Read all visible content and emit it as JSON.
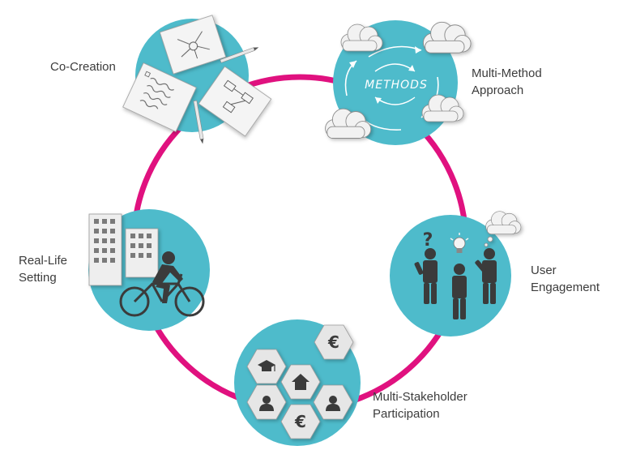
{
  "colors": {
    "ring": "#e0117f",
    "node": "#4ebbcb",
    "icon_dark": "#3b3b3b",
    "icon_light": "#ffffff",
    "paper": "#f4f4f4",
    "hex": "#e6e6e6"
  },
  "center_text": "METHODS",
  "nodes": [
    {
      "id": "co-creation",
      "icon": "sketch-papers-icon",
      "label_lines": [
        "Co-Creation"
      ]
    },
    {
      "id": "multi-method",
      "icon": "clouds-cycle-icon",
      "label_lines": [
        "Multi-Method",
        "Approach"
      ]
    },
    {
      "id": "user-engagement",
      "icon": "people-thinking-icon",
      "label_lines": [
        "User",
        "Engagement"
      ]
    },
    {
      "id": "multi-stakeholder",
      "icon": "hexagon-stakeholders-icon",
      "label_lines": [
        "Multi-Stakeholder",
        "Participation"
      ]
    },
    {
      "id": "real-life",
      "icon": "city-cyclist-icon",
      "label_lines": [
        "Real-Life",
        "Setting"
      ]
    }
  ]
}
